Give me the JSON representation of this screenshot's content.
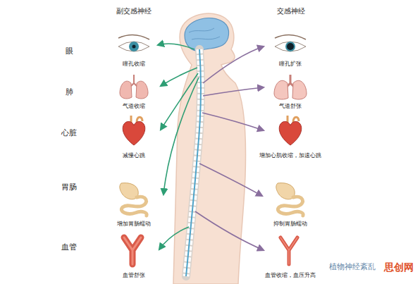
{
  "diagram": {
    "nodes": [
      {
        "text": [
          "瞳孔收缩"
        ]
      },
      {
        "text": [
          "瞳孔扩张"
        ]
      },
      {
        "text": [
          "气道收缩"
        ]
      },
      {
        "text": [
          "气道舒张"
        ]
      },
      {
        "text": [
          "减慢心跳"
        ]
      },
      {
        "text": [
          "增加心肌收缩，加速心跳"
        ]
      },
      {
        "text": [
          "增加胃肠蠕动"
        ]
      },
      {
        "text": [
          "抑制胃肠蠕动"
        ]
      },
      {
        "text": [
          "血管舒张"
        ]
      },
      {
        "text": [
          "血管收缩，血压升高"
        ]
      }
    ],
    "labels": [
      "副交感神经",
      "交感神经",
      "眼",
      "肺",
      "心脏",
      "胃肠",
      "血管",
      "植物神经紊乱",
      "思创网"
    ]
  }
}
